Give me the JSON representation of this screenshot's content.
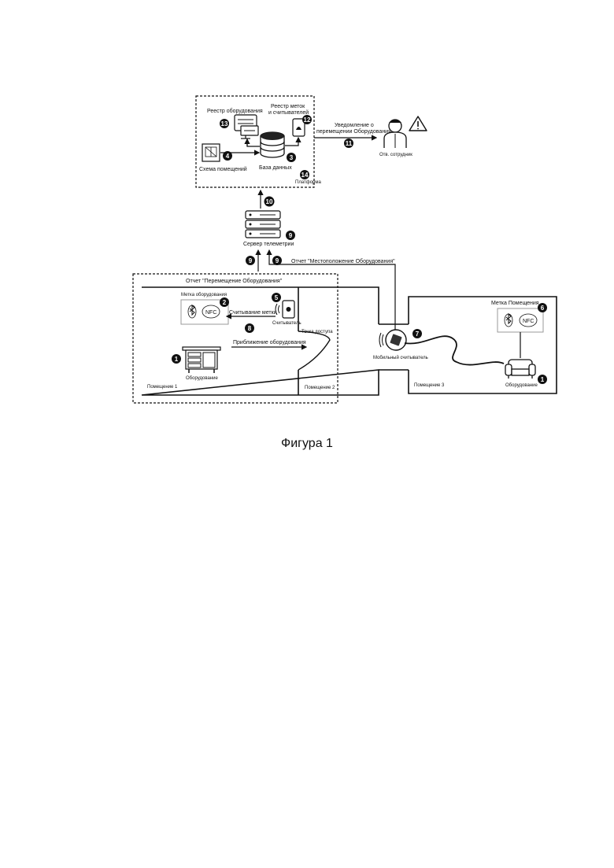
{
  "labels": {
    "equipment_registry": "Реестр оборудования",
    "tag_registry_1": "Реестр меток",
    "tag_registry_2": "и считывателей",
    "room_scheme": "Схема помещений",
    "database": "База данных",
    "platform": "Платформа",
    "notification_1": "Уведомление о",
    "notification_2": "перемещении Оборудования",
    "responsible": "Отв. сотрудник",
    "telemetry_server": "Сервер телеметрии",
    "report_location": "Отчет \"Местоположение Оборудования\"",
    "report_movement": "Отчет \"Перемещение Оборудования\"",
    "equipment_tag": "Метка оборудования",
    "tag_reading": "Считывание метки",
    "reader": "Считыватель",
    "access_point": "Точка доступа",
    "equipment_approach": "Приближение оборудования",
    "equipment_left": "Оборудование",
    "room1": "Помещение 1",
    "room2": "Помещение 2",
    "mobile_reader": "Мобильный считыватель",
    "room_tag": "Метка Помещения",
    "room3": "Помещение 3",
    "equipment_right": "Оборудование",
    "nfc": "NFC",
    "caption": "Фигура 1"
  },
  "markers": {
    "equipment_left": "1",
    "equipment_right": "1",
    "equipment_tag": "2",
    "database": "3",
    "room_scheme": "4",
    "reader": "5",
    "room_tag": "6",
    "mobile_reader": "7",
    "tag_reading": "8",
    "server_left": "9",
    "server_right": "9",
    "server_main": "9",
    "platform_arrow": "10",
    "notification": "11",
    "tag_registry": "12",
    "equipment_registry": "13",
    "platform": "14"
  }
}
